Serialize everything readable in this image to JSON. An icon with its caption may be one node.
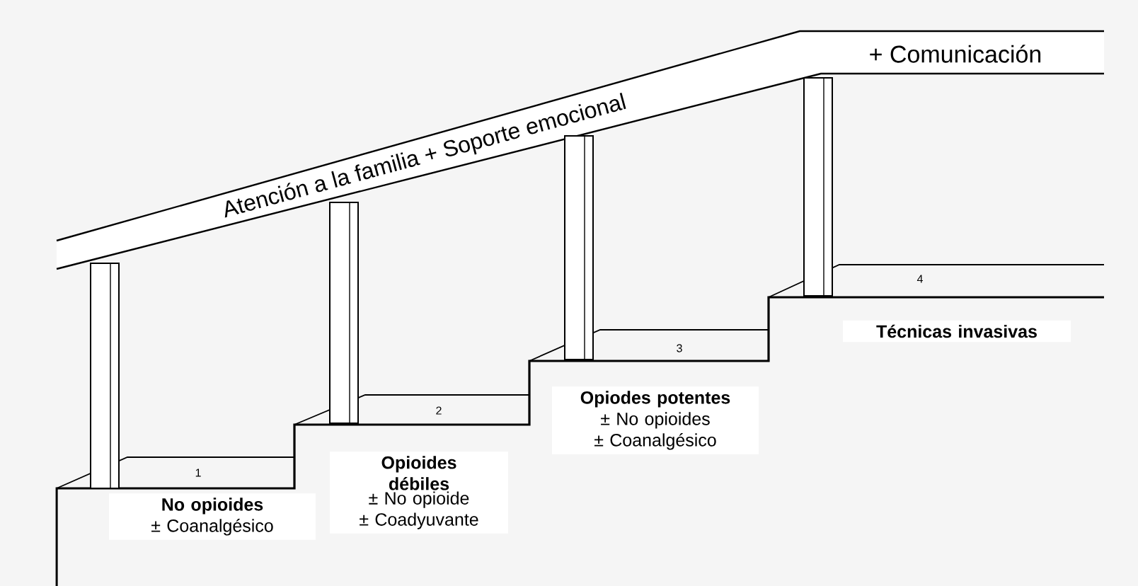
{
  "diagram": {
    "nodes": [
      {
        "text": [
          "No opioides",
          "± Coanalgésico"
        ]
      },
      {
        "text": [
          "Opioides débiles",
          "± No opioide",
          "± Coadyuvante"
        ]
      },
      {
        "text": [
          "Opiodes potentes",
          "± No opioides",
          "± Coanalgésico"
        ]
      },
      {
        "text": [
          "Técnicas invasivas"
        ]
      }
    ],
    "labels": [
      "Atención a la familia + Soporte emocional",
      "+ Comunicación",
      "4",
      "3",
      "2",
      "1"
    ]
  }
}
